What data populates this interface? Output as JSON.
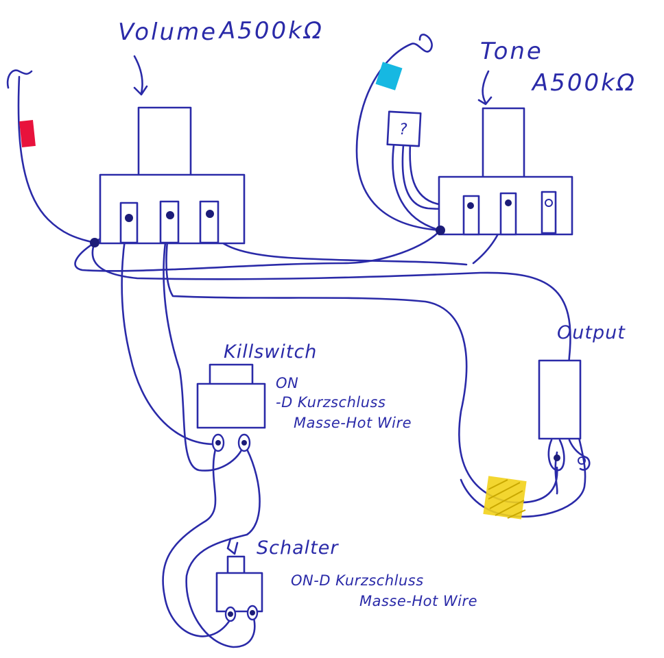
{
  "labels": {
    "volume": "Volume",
    "volume_value": "A500kΩ",
    "tone": "Tone",
    "tone_value": "A500kΩ",
    "unknown_lug": "?",
    "killswitch": "Killswitch",
    "killswitch_note_1": "ON",
    "killswitch_note_2": "-D Kurzschluss",
    "killswitch_note_3": "Masse-Hot Wire",
    "schalter": "Schalter",
    "schalter_note_1": "ON-D Kurzschluss",
    "schalter_note_2": "Masse-Hot Wire",
    "output": "Output"
  },
  "colors": {
    "ink": "#2a2aa8",
    "red_tag": "#e8123c",
    "cyan_tag": "#16b8e2",
    "yellow_tag": "#f2d21a"
  }
}
